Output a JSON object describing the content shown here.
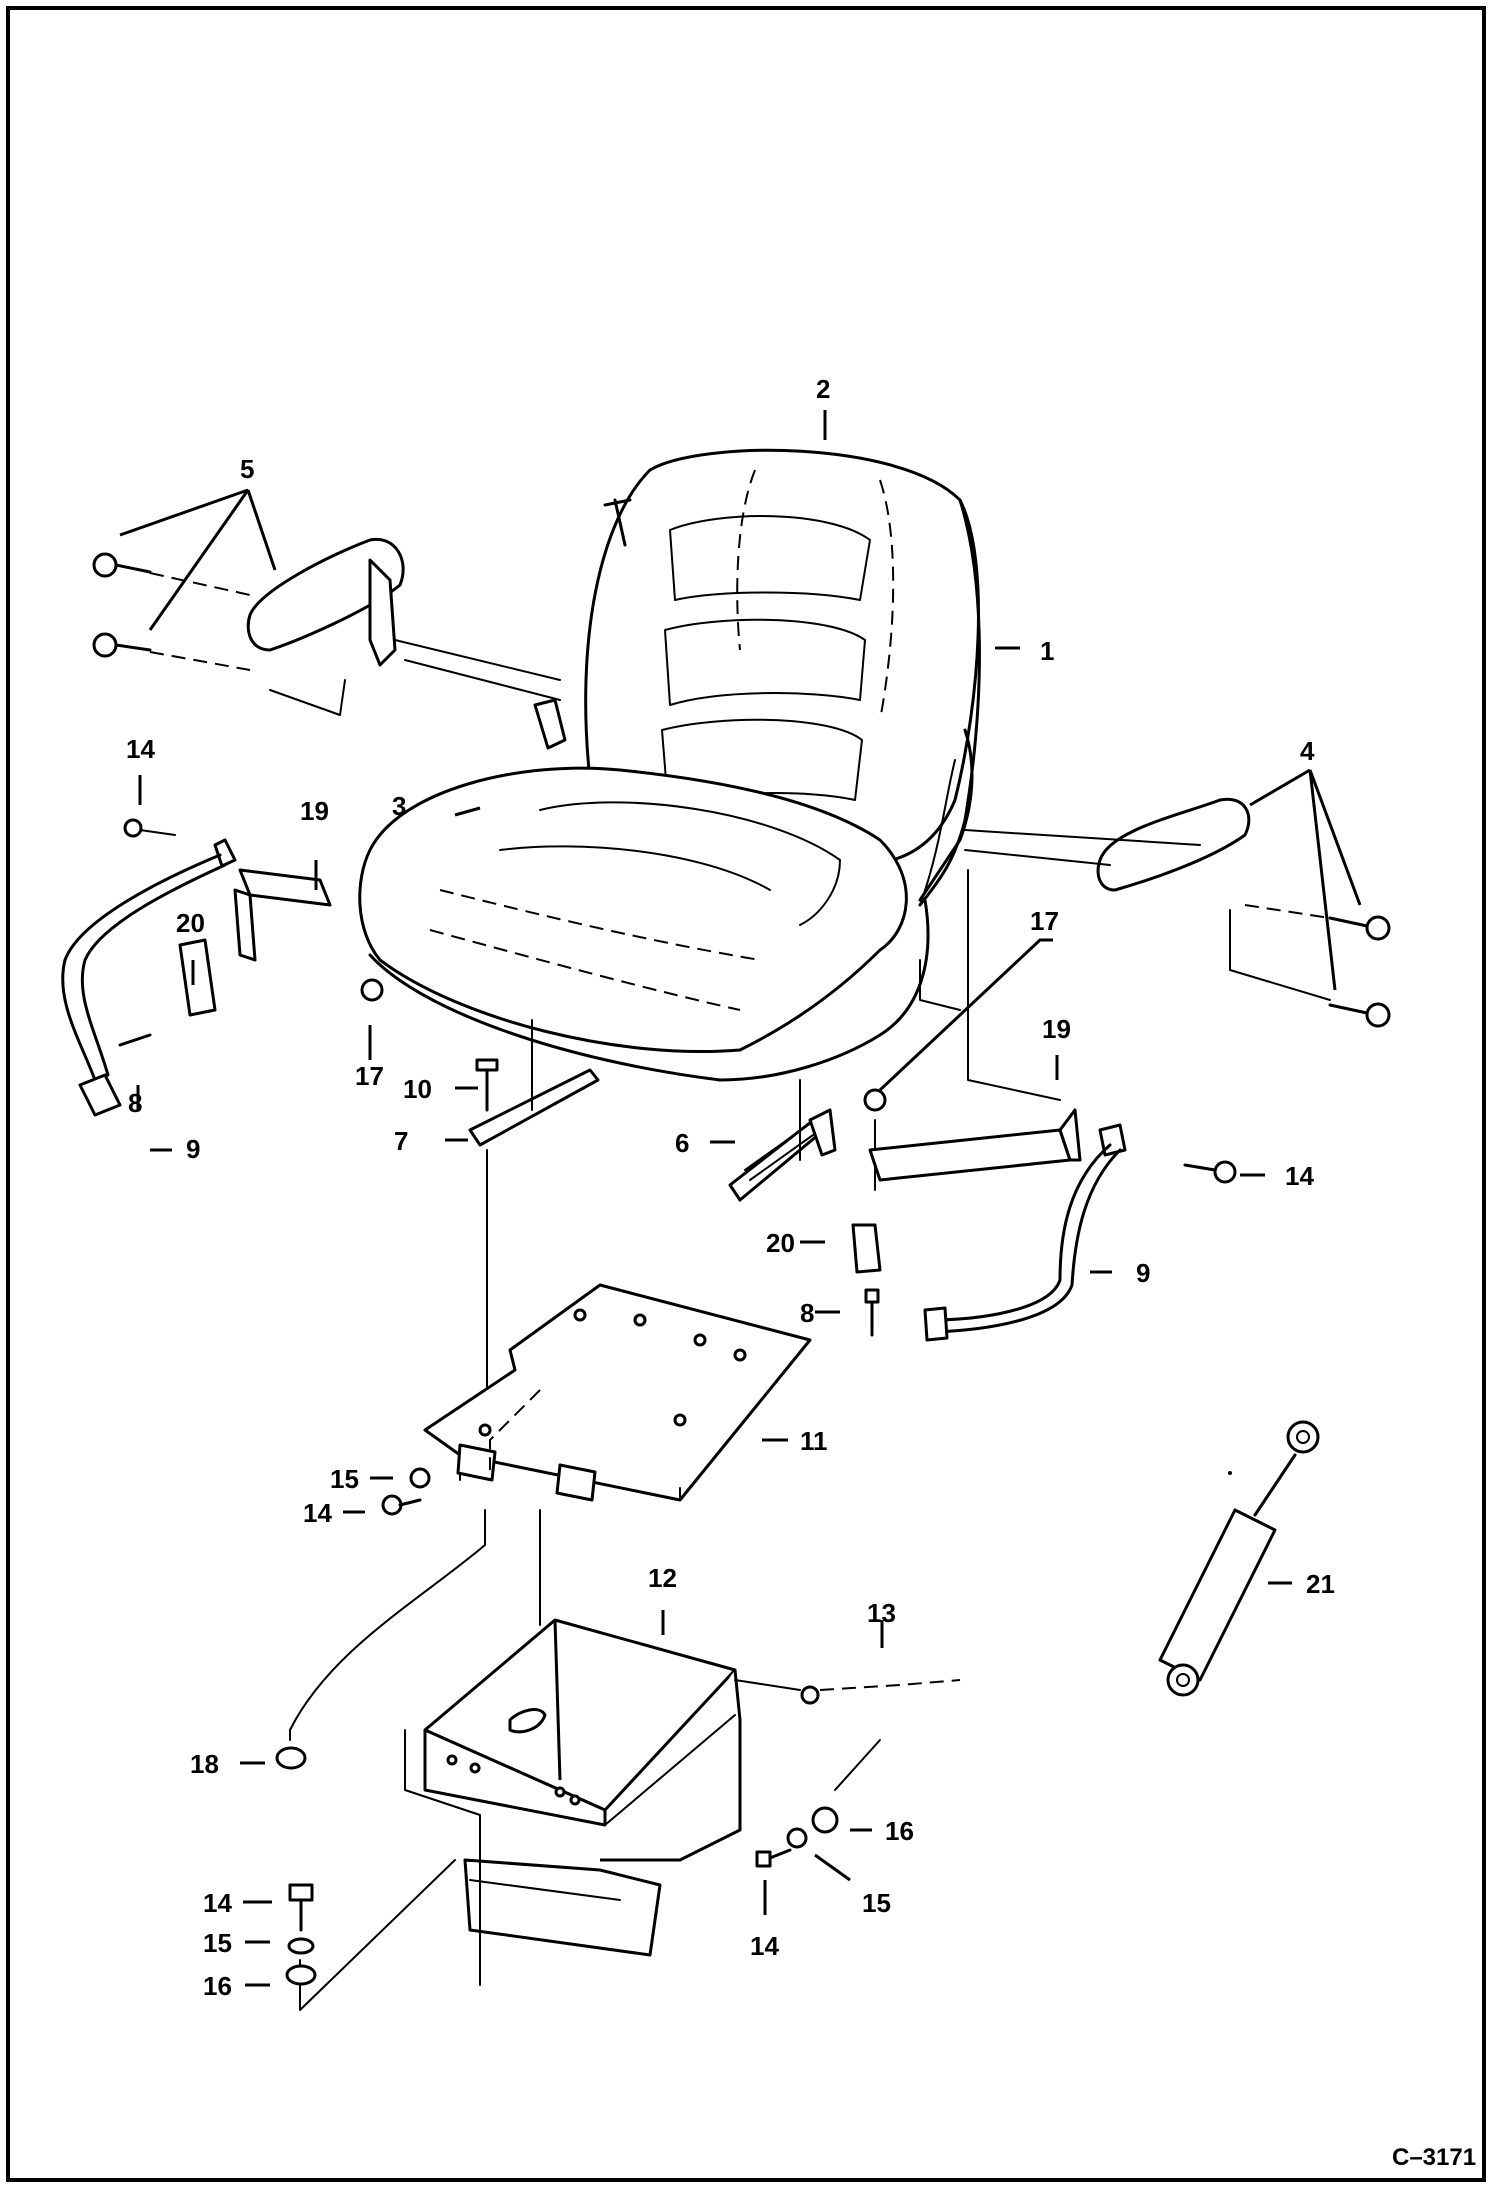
{
  "drawing_code": "C–3171",
  "callouts": {
    "c1": "1",
    "c2": "2",
    "c3": "3",
    "c4": "4",
    "c5": "5",
    "c6": "6",
    "c7": "7",
    "c8a": "8",
    "c8b": "8",
    "c9a": "9",
    "c9b": "9",
    "c10": "10",
    "c11": "11",
    "c12": "12",
    "c13": "13",
    "c14a": "14",
    "c14b": "14",
    "c14c": "14",
    "c14d": "14",
    "c14e": "14",
    "c15a": "15",
    "c15b": "15",
    "c15c": "15",
    "c16a": "16",
    "c16b": "16",
    "c17a": "17",
    "c17b": "17",
    "c18": "18",
    "c19a": "19",
    "c19b": "19",
    "c20a": "20",
    "c20b": "20",
    "c21": "21"
  },
  "icons": {
    "seat": "seat-assembly-icon",
    "armrest": "armrest-icon",
    "seat-belt": "seat-belt-icon",
    "base-plate": "mounting-plate-icon",
    "seat-box": "seat-box-icon",
    "gas-spring": "gas-spring-icon"
  }
}
